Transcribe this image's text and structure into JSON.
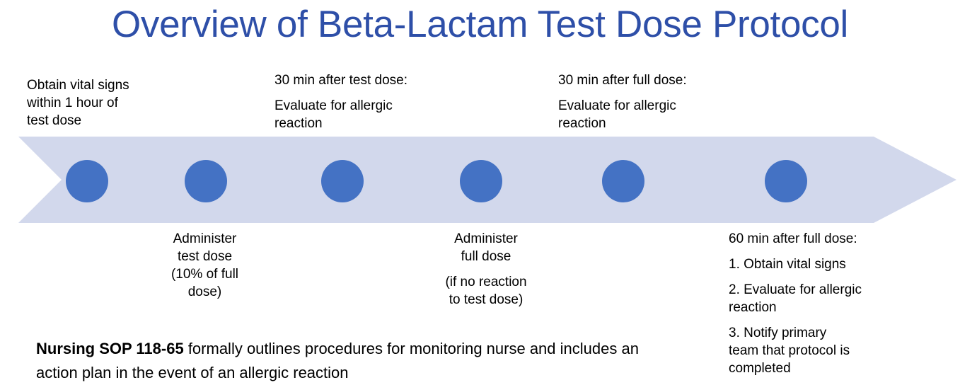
{
  "page": {
    "title": "Overview of Beta-Lactam Test Dose Protocol",
    "title_color": "#2E4FA8",
    "background_color": "#FFFFFF"
  },
  "diagram": {
    "type": "process-arrow-timeline",
    "arrow_fill": "#D2D8EC",
    "marker_fill": "#4472C4",
    "marker_count": 6,
    "steps": [
      {
        "index": 1,
        "marker_position": "above",
        "lines": [
          "Obtain vital signs within 1 hour of test dose"
        ],
        "align": "left"
      },
      {
        "index": 2,
        "marker_position": "below",
        "lines": [
          "Administer",
          "test dose",
          "(10% of full",
          "dose)"
        ],
        "align": "center"
      },
      {
        "index": 3,
        "marker_position": "above",
        "lines": [
          "30 min after test dose:",
          "Evaluate for allergic reaction"
        ],
        "align": "left"
      },
      {
        "index": 4,
        "marker_position": "below",
        "lines": [
          "Administer full dose",
          "(if no reaction to test dose)"
        ],
        "align": "center"
      },
      {
        "index": 5,
        "marker_position": "above",
        "lines": [
          "30 min after full dose:",
          "Evaluate for allergic reaction"
        ],
        "align": "left"
      },
      {
        "index": 6,
        "marker_position": "below",
        "lines": [
          "60 min after full dose:",
          "1. Obtain vital signs",
          "2. Evaluate for allergic reaction",
          "3. Notify primary team that protocol is completed"
        ],
        "align": "left"
      }
    ]
  },
  "callouts": {
    "c1": {
      "l1": "Obtain vital signs",
      "l2": "within 1 hour of",
      "l3": "test dose"
    },
    "c2": {
      "l1": "30 min after test dose:",
      "l2": "Evaluate for allergic",
      "l3": "reaction"
    },
    "c3": {
      "l1": "30 min after full dose:",
      "l2": "Evaluate for allergic",
      "l3": "reaction"
    },
    "c4": {
      "l1": "Administer",
      "l2": "test dose",
      "l3": "(10% of full",
      "l4": "dose)"
    },
    "c5": {
      "l1": "Administer",
      "l2": "full dose",
      "l3": "(if no reaction",
      "l4": "to test dose)"
    },
    "c6": {
      "l1": "60 min after full dose:",
      "l2": "1. Obtain vital signs",
      "l3": "2. Evaluate for allergic",
      "l4": "reaction",
      "l5": "3. Notify primary",
      "l6": "team that protocol is",
      "l7": "completed"
    }
  },
  "footnote": {
    "sop_reference": "Nursing SOP 118-65",
    "body": " formally outlines procedures for monitoring nurse and includes an action plan in the event of an allergic reaction"
  }
}
